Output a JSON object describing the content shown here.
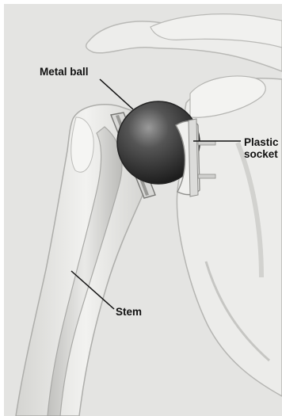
{
  "labels": {
    "metal_ball": "Metal ball",
    "plastic_socket_line1": "Plastic",
    "plastic_socket_line2": "socket",
    "stem": "Stem"
  },
  "colors": {
    "background": "#e4e4e2",
    "bone": "#ededeb",
    "bone_shade": "#c9c9c6",
    "metal_ball": "#3a3a3a",
    "label_text": "#111111"
  }
}
